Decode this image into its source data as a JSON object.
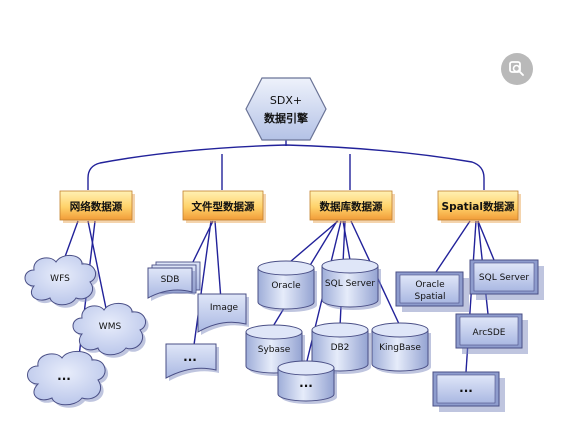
{
  "root": {
    "line1": "SDX+",
    "line2": "数据引擎"
  },
  "categories": {
    "network": "网络数据源",
    "file": "文件型数据源",
    "database": "数据库数据源",
    "spatial": "Spatial数据源"
  },
  "network_nodes": {
    "wfs": "WFS",
    "wms": "WMS",
    "more": "..."
  },
  "file_nodes": {
    "sdb": "SDB",
    "image": "Image",
    "more": "..."
  },
  "database_nodes": {
    "oracle": "Oracle",
    "sql_server": "SQL Server",
    "sybase": "Sybase",
    "db2": "DB2",
    "kingbase": "KingBase",
    "more": "..."
  },
  "spatial_nodes": {
    "oracle_spatial_line1": "Oracle",
    "oracle_spatial_line2": "Spatial",
    "sql_server": "SQL Server",
    "arcsde": "ArcSDE",
    "more": "..."
  },
  "colors": {
    "connector": "#22229a",
    "category_fill_top": "#ffe48a",
    "category_fill_bottom": "#f2a23c",
    "node_fill": "#bcc8ec",
    "node_stroke": "#4a4f86"
  },
  "icons": {
    "zoom": "zoom-search-icon"
  }
}
